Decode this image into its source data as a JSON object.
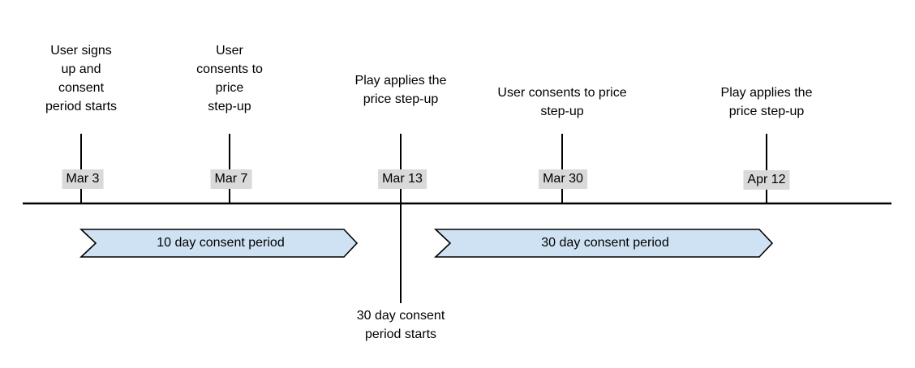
{
  "timeline": {
    "events": [
      {
        "label": "User signs\nup and\nconsent\nperiod starts",
        "date": "Mar 3"
      },
      {
        "label": "User\nconsents to\nprice\nstep-up",
        "date": "Mar 7"
      },
      {
        "label": "Play applies the\nprice step-up",
        "date": "Mar 13"
      },
      {
        "label": "User consents to price\nstep-up",
        "date": "Mar 30"
      },
      {
        "label": "Play applies the\nprice step-up",
        "date": "Apr 12"
      }
    ],
    "periods": [
      {
        "label": "10 day consent period"
      },
      {
        "label": "30 day consent period"
      }
    ],
    "annotation": "30 day consent\nperiod starts",
    "colors": {
      "arrow_fill": "#cfe2f3",
      "arrow_stroke": "#000000",
      "date_chip_bg": "#d9d9d9",
      "line": "#000000",
      "text": "#000000"
    }
  }
}
